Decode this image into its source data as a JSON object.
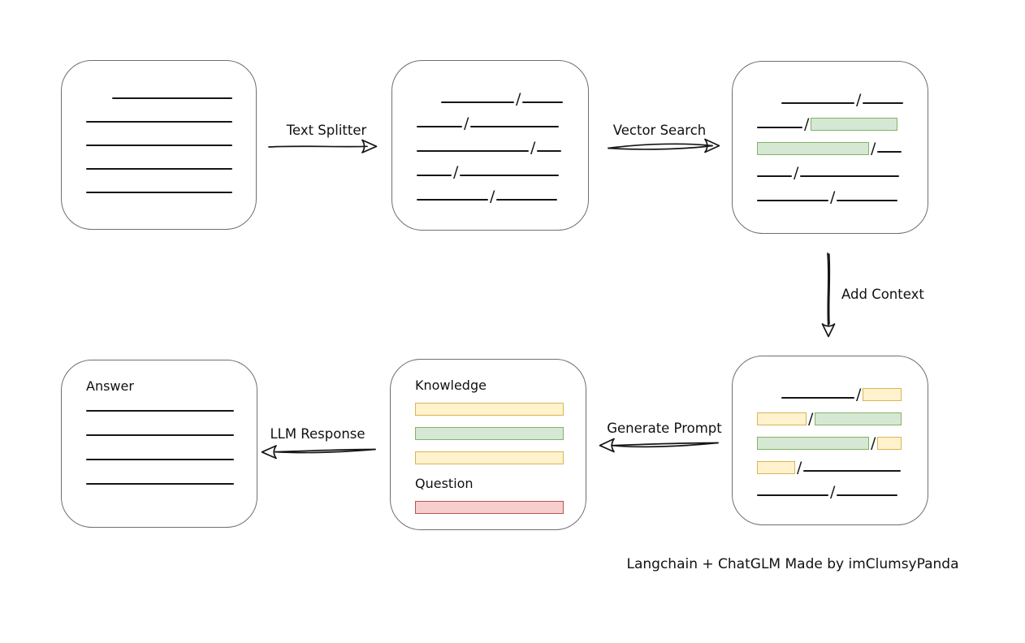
{
  "caption": "Langchain + ChatGLM Made by imClumsyPanda",
  "slash": "/",
  "colors": {
    "line": "#161616",
    "box_border": "#6f6f6f",
    "green_fill": "#d5e8d4",
    "green_border": "#82b366",
    "yellow_fill": "#fff2cc",
    "yellow_border": "#d6b656",
    "red_fill": "#f8cecc",
    "red_border": "#b85450"
  },
  "arrows": {
    "text_splitter": {
      "label": "Text Splitter",
      "direction": "right"
    },
    "vector_search": {
      "label": "Vector Search",
      "direction": "right"
    },
    "add_context": {
      "label": "Add Context",
      "direction": "down"
    },
    "generate_prompt": {
      "label": "Generate Prompt",
      "direction": "left"
    },
    "llm_response": {
      "label": "LLM Response",
      "direction": "left"
    }
  },
  "boxes": {
    "document": {
      "rows": [
        {
          "indent": 32,
          "segs": [
            {
              "t": "line",
              "w": 148
            }
          ]
        },
        {
          "segs": [
            {
              "t": "line",
              "w": 180
            }
          ]
        },
        {
          "segs": [
            {
              "t": "line",
              "w": 180
            }
          ]
        },
        {
          "segs": [
            {
              "t": "line",
              "w": 180
            }
          ]
        },
        {
          "segs": [
            {
              "t": "line",
              "w": 180
            }
          ]
        }
      ]
    },
    "chunks": {
      "rows": [
        {
          "indent": 30,
          "segs": [
            {
              "t": "line",
              "w": 90
            },
            {
              "t": "line",
              "w": 50
            }
          ]
        },
        {
          "segs": [
            {
              "t": "line",
              "w": 56
            },
            {
              "t": "line",
              "w": 109
            }
          ]
        },
        {
          "segs": [
            {
              "t": "line",
              "w": 138
            },
            {
              "t": "line",
              "w": 30
            }
          ]
        },
        {
          "segs": [
            {
              "t": "line",
              "w": 43
            },
            {
              "t": "line",
              "w": 122
            }
          ]
        },
        {
          "segs": [
            {
              "t": "line",
              "w": 88
            },
            {
              "t": "line",
              "w": 75
            }
          ]
        }
      ]
    },
    "matched_chunks": {
      "rows": [
        {
          "indent": 30,
          "segs": [
            {
              "t": "line",
              "w": 90
            },
            {
              "t": "line",
              "w": 50
            }
          ]
        },
        {
          "segs": [
            {
              "t": "line",
              "w": 56
            },
            {
              "t": "green",
              "w": 107
            }
          ]
        },
        {
          "segs": [
            {
              "t": "green",
              "w": 138
            },
            {
              "t": "line",
              "w": 30
            }
          ]
        },
        {
          "segs": [
            {
              "t": "line",
              "w": 43
            },
            {
              "t": "line",
              "w": 122
            }
          ]
        },
        {
          "segs": [
            {
              "t": "line",
              "w": 88
            },
            {
              "t": "line",
              "w": 75
            }
          ]
        }
      ]
    },
    "context_chunks": {
      "rows": [
        {
          "indent": 30,
          "segs": [
            {
              "t": "line",
              "w": 90
            },
            {
              "t": "yellow",
              "w": 48
            }
          ]
        },
        {
          "segs": [
            {
              "t": "yellow",
              "w": 61
            },
            {
              "t": "green",
              "w": 107
            }
          ]
        },
        {
          "segs": [
            {
              "t": "green",
              "w": 138
            },
            {
              "t": "yellow",
              "w": 30
            }
          ]
        },
        {
          "segs": [
            {
              "t": "yellow",
              "w": 47
            },
            {
              "t": "line",
              "w": 120
            }
          ]
        },
        {
          "segs": [
            {
              "t": "line",
              "w": 88
            },
            {
              "t": "line",
              "w": 75
            }
          ]
        }
      ]
    },
    "prompt": {
      "items": [
        {
          "type": "label",
          "text": "Knowledge"
        },
        {
          "type": "bar",
          "kind": "yellow",
          "w": 183
        },
        {
          "type": "bar",
          "kind": "green",
          "w": 183
        },
        {
          "type": "bar",
          "kind": "yellow",
          "w": 183
        },
        {
          "type": "label",
          "text": "Question"
        },
        {
          "type": "bar",
          "kind": "red",
          "w": 183
        }
      ]
    },
    "answer": {
      "items": [
        {
          "type": "label",
          "text": "Answer"
        },
        {
          "type": "line",
          "w": 182
        },
        {
          "type": "line",
          "w": 182
        },
        {
          "type": "line",
          "w": 182
        },
        {
          "type": "line",
          "w": 182
        }
      ]
    }
  }
}
